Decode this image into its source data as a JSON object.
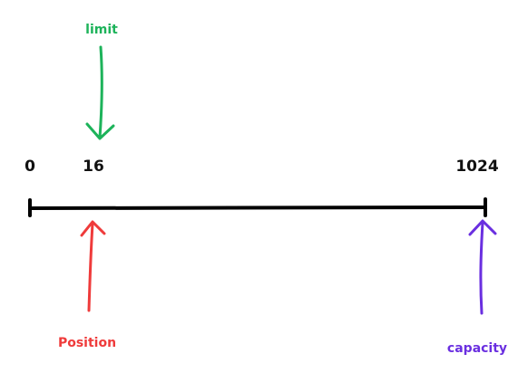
{
  "ticks": [
    {
      "label": "0"
    },
    {
      "label": "16"
    },
    {
      "label": "1024"
    }
  ],
  "pointers": {
    "limit": {
      "label": "limit",
      "color": "#1db35a"
    },
    "position": {
      "label": "Position",
      "color": "#ef3b3b"
    },
    "capacity": {
      "label": "capacity",
      "color": "#6a2fe0"
    }
  },
  "axis_color": "#000000"
}
